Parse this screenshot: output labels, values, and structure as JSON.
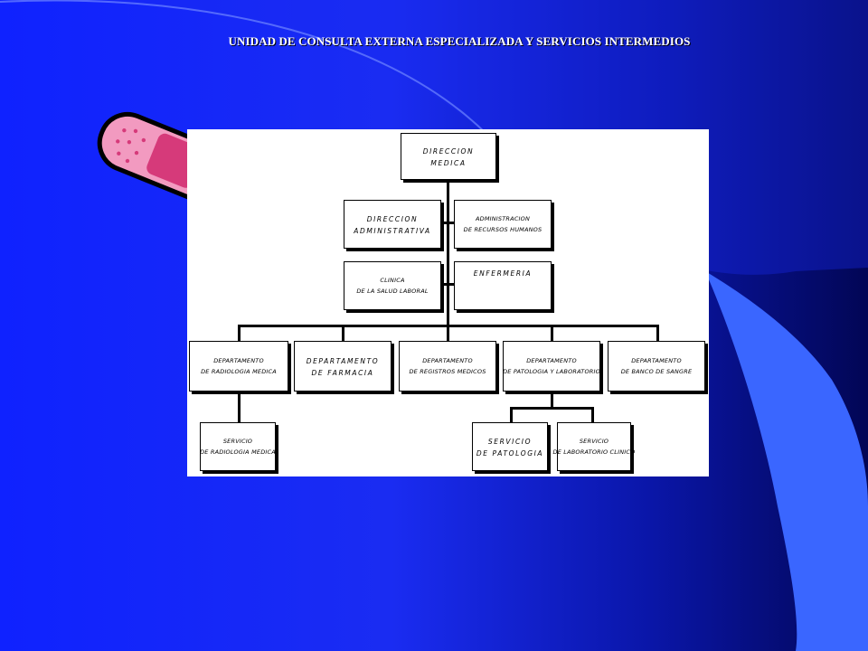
{
  "slide": {
    "title": "UNIDAD DE CONSULTA EXTERNA ESPECIALIZADA Y SERVICIOS INTERMEDIOS",
    "colors": {
      "background": "#1a2cf2",
      "accent_swoosh": "#3d6bff",
      "title_text": "#ffffff",
      "bandage_pink": "#f29ac0",
      "bandage_pad": "#d63a7a"
    },
    "decoration": "bandage-icon"
  },
  "org_chart": {
    "direccion_medica": {
      "line1": "DIRECCION",
      "line2": "MEDICA"
    },
    "direccion_administrativa": {
      "line1": "DIRECCION",
      "line2": "ADMINISTRATIVA"
    },
    "administracion_rrhh": {
      "line1": "ADMINISTRACION",
      "line2": "DE RECURSOS HUMANOS"
    },
    "clinica_salud_laboral": {
      "line1": "CLINICA",
      "line2": "DE LA SALUD LABORAL"
    },
    "enfermeria": {
      "line1": "ENFERMERIA"
    },
    "departamentos": [
      {
        "line1": "DEPARTAMENTO",
        "line2": "DE RADIOLOGIA MEDICA"
      },
      {
        "line1": "DEPARTAMENTO",
        "line2": "DE FARMACIA"
      },
      {
        "line1": "DEPARTAMENTO",
        "line2": "DE REGISTROS MEDICOS"
      },
      {
        "line1": "DEPARTAMENTO",
        "line2": "DE PATOLOGIA Y LABORATORIO"
      },
      {
        "line1": "DEPARTAMENTO",
        "line2": "DE BANCO DE SANGRE"
      }
    ],
    "servicios": [
      {
        "line1": "SERVICIO",
        "line2": "DE RADIOLOGIA MEDICA"
      },
      {
        "line1": "SERVICIO",
        "line2": "DE PATOLOGIA"
      },
      {
        "line1": "SERVICIO",
        "line2": "DE LABORATORIO CLINICO"
      }
    ]
  }
}
